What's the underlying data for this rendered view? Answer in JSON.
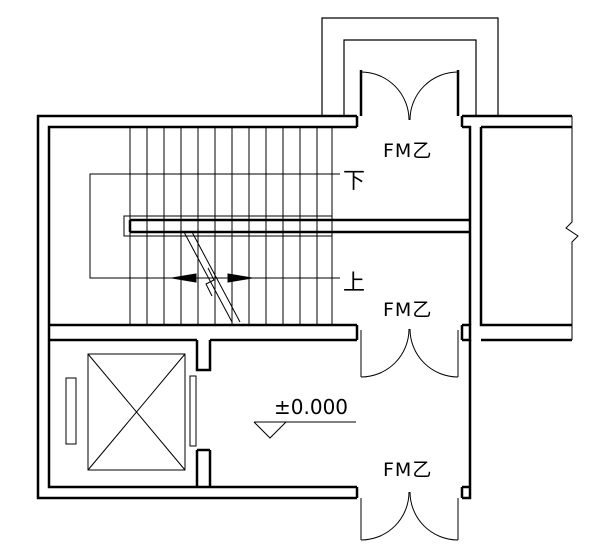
{
  "drawing": {
    "line_color": "#000000",
    "background": "#ffffff"
  },
  "labels": {
    "door_top": "FM乙",
    "door_mid": "FM乙",
    "door_bottom": "FM乙",
    "stair_down": "下",
    "stair_up": "上",
    "elevation": "±0.000"
  },
  "icons": {
    "break_line": "zigzag-break-icon",
    "elevation_marker": "triangle-elevation-icon",
    "elevator_car": "crossed-box-icon"
  }
}
